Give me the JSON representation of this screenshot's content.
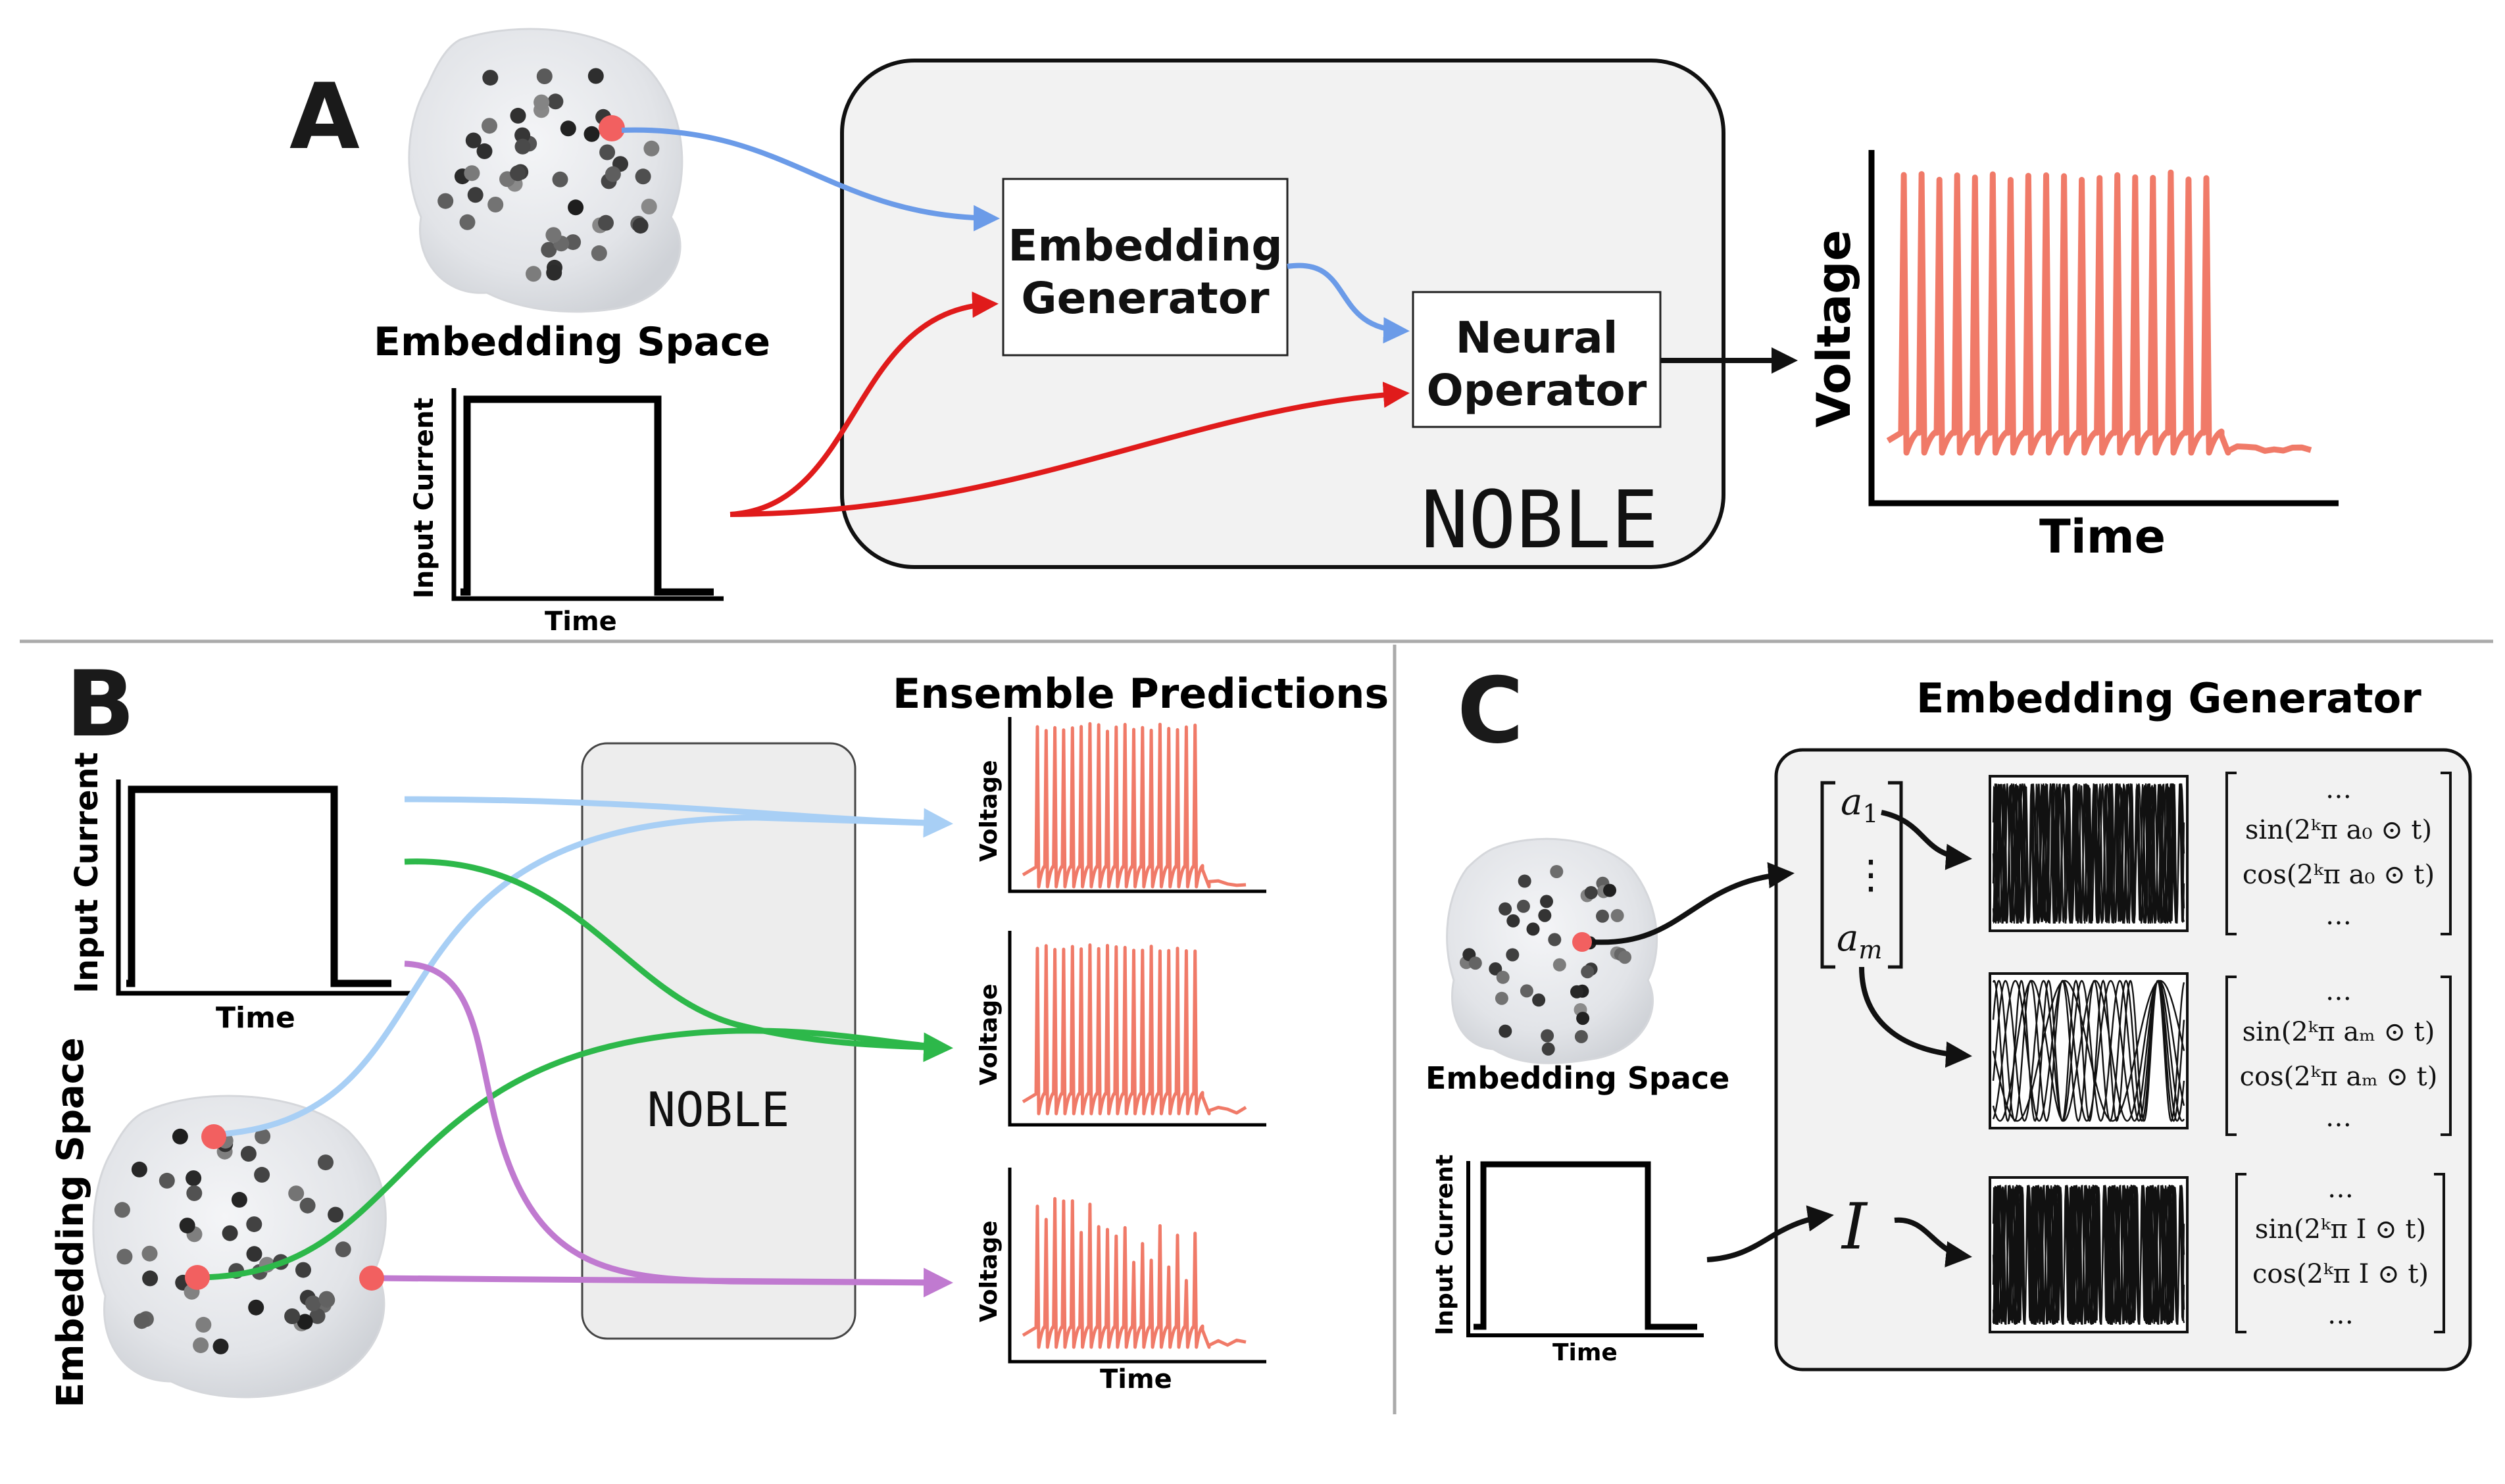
{
  "panel_a": {
    "letter": "A",
    "embedding_space_label": "Embedding Space",
    "input_current_label": "Input Current",
    "input_time_label": "Time",
    "embedding_generator_line1": "Embedding",
    "embedding_generator_line2": "Generator",
    "neural_operator_line1": "Neural",
    "neural_operator_line2": "Operator",
    "noble_label": "NOBLE",
    "output_ylabel": "Voltage",
    "output_xlabel": "Time"
  },
  "panel_b": {
    "letter": "B",
    "title": "Ensemble Predictions",
    "input_current_label": "Input Current",
    "input_time_label": "Time",
    "embedding_space_label": "Embedding Space",
    "noble_label": "NOBLE",
    "voltage_label": "Voltage",
    "time_label": "Time"
  },
  "panel_c": {
    "letter": "C",
    "title": "Embedding Generator",
    "embedding_space_label": "Embedding Space",
    "input_current_label": "Input Current",
    "input_time_label": "Time",
    "vec_top": "a",
    "vec_top_sub": "1",
    "vec_dots": "⋮",
    "vec_bottom": "a",
    "vec_bottom_sub": "m",
    "current_symbol": "I",
    "dots": "…",
    "matrix1_sin": "sin(2ᵏπ a₀ ⊙ t)",
    "matrix1_cos": "cos(2ᵏπ a₀ ⊙ t)",
    "matrix2_sin": "sin(2ᵏπ aₘ ⊙ t)",
    "matrix2_cos": "cos(2ᵏπ aₘ ⊙ t)",
    "matrix3_sin": "sin(2ᵏπ I ⊙ t)",
    "matrix3_cos": "cos(2ᵏπ I ⊙ t)"
  },
  "colors": {
    "blue": "#6b9be8",
    "light_blue": "#a8cff5",
    "red": "#e01b1b",
    "green": "#2db84a",
    "purple": "#c07ad0",
    "trace": "#f07a68",
    "marker": "#f26060"
  }
}
